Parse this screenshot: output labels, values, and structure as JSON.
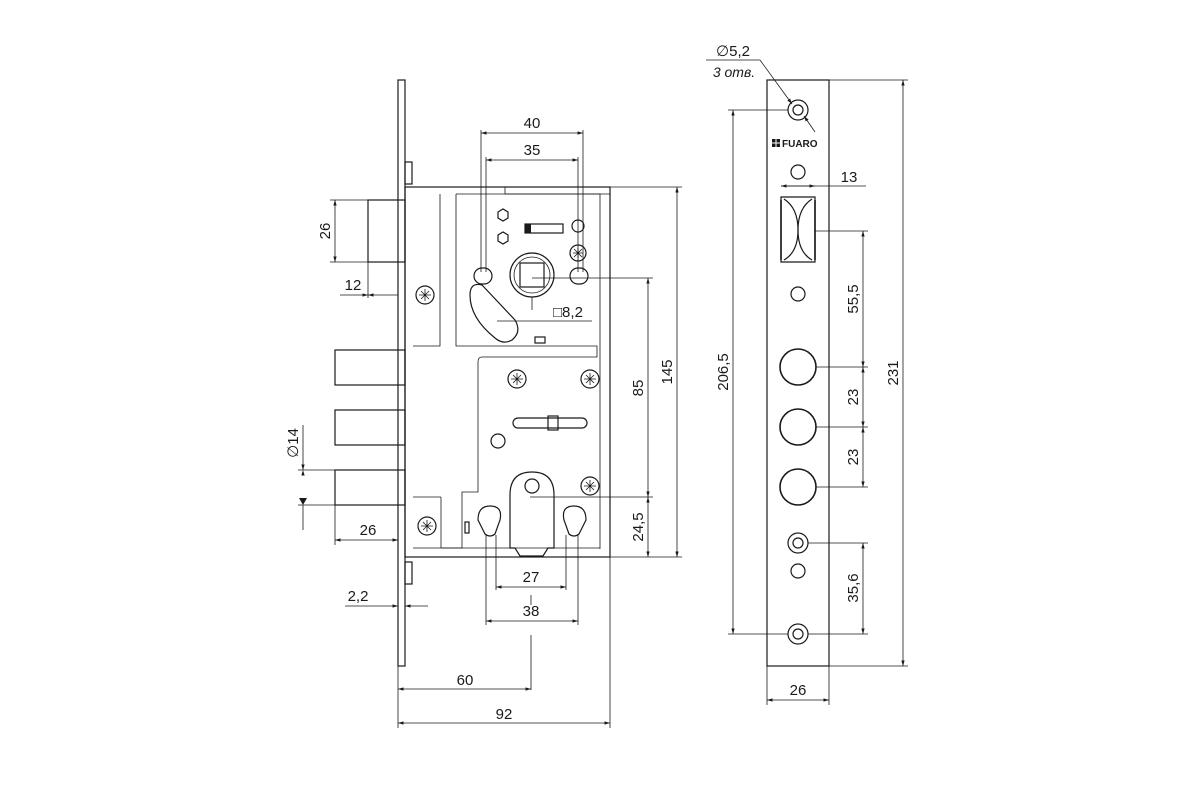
{
  "front_view": {
    "dims": {
      "d40": "40",
      "d35": "35",
      "d26_top": "26",
      "d12": "12",
      "sq82": "□8,2",
      "d85": "85",
      "d145": "145",
      "d14": "∅14",
      "d26_bolt": "26",
      "d245": "24,5",
      "d27": "27",
      "d38": "38",
      "d22": "2,2",
      "d60": "60",
      "d92": "92"
    }
  },
  "side_view": {
    "hole_label": "∅5,2",
    "holes_count": "3 отв.",
    "brand": "FUARO",
    "dims": {
      "d13": "13",
      "d555": "55,5",
      "d23a": "23",
      "d23b": "23",
      "d356": "35,6",
      "d2065": "206,5",
      "d231": "231",
      "d26_bottom": "26"
    }
  }
}
